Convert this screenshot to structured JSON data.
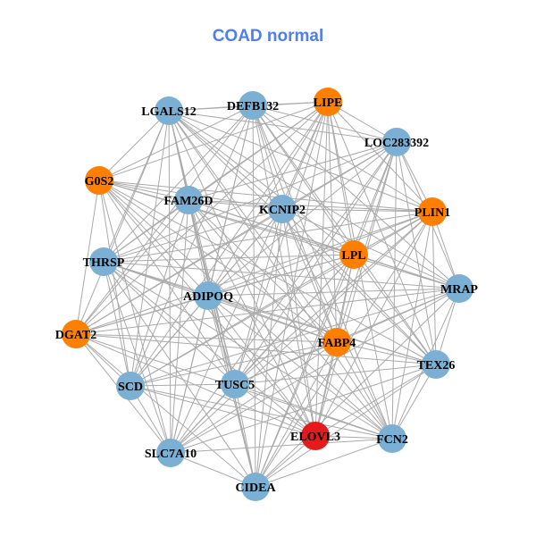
{
  "title": "COAD normal",
  "colors": {
    "default": "#7bafd4",
    "highlight": "#ff7f00",
    "target": "#e41a1c",
    "edge": "#aaaaaa"
  },
  "nodes": [
    {
      "id": "LGALS12",
      "group": "default"
    },
    {
      "id": "DEFB132",
      "group": "default"
    },
    {
      "id": "LIPE",
      "group": "highlight"
    },
    {
      "id": "LOC283392",
      "group": "default"
    },
    {
      "id": "G0S2",
      "group": "highlight"
    },
    {
      "id": "FAM26D",
      "group": "default"
    },
    {
      "id": "KCNIP2",
      "group": "default"
    },
    {
      "id": "PLIN1",
      "group": "highlight"
    },
    {
      "id": "LPL",
      "group": "highlight"
    },
    {
      "id": "THRSP",
      "group": "default"
    },
    {
      "id": "MRAP",
      "group": "default"
    },
    {
      "id": "ADIPOQ",
      "group": "default"
    },
    {
      "id": "DGAT2",
      "group": "highlight"
    },
    {
      "id": "FABP4",
      "group": "highlight"
    },
    {
      "id": "TEX26",
      "group": "default"
    },
    {
      "id": "SCD",
      "group": "default"
    },
    {
      "id": "TUSC5",
      "group": "default"
    },
    {
      "id": "ELOVL3",
      "group": "target"
    },
    {
      "id": "FCN2",
      "group": "default"
    },
    {
      "id": "SLC7A10",
      "group": "default"
    },
    {
      "id": "CIDEA",
      "group": "default"
    }
  ]
}
